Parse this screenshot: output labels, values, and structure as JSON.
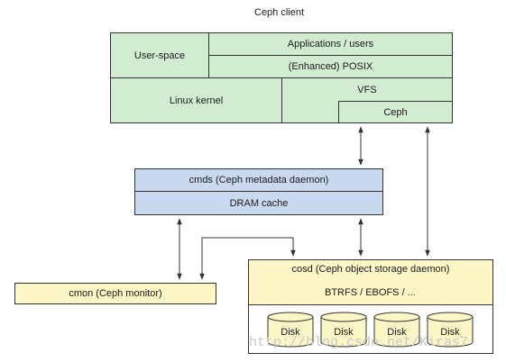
{
  "client": {
    "title": "Ceph client",
    "user_space": "User-space",
    "applications": "Applications / users",
    "posix": "(Enhanced) POSIX",
    "linux_kernel": "Linux kernel",
    "vfs": "VFS",
    "ceph": "Ceph"
  },
  "cmds": {
    "title": "cmds (Ceph metadata daemon)",
    "cache": "DRAM cache"
  },
  "cmon": {
    "title": "cmon (Ceph monitor)"
  },
  "cosd": {
    "title": "cosd (Ceph object storage daemon)",
    "fs": "BTRFS / EBOFS / ...",
    "disks": [
      "Disk",
      "Disk",
      "Disk",
      "Disk"
    ]
  },
  "watermark": "http://blog.csdn.net/Kiras7",
  "colors": {
    "client": "#d2ecd2",
    "metadata": "#c9d9f0",
    "storage": "#fdf7c7",
    "line": "#333333"
  }
}
